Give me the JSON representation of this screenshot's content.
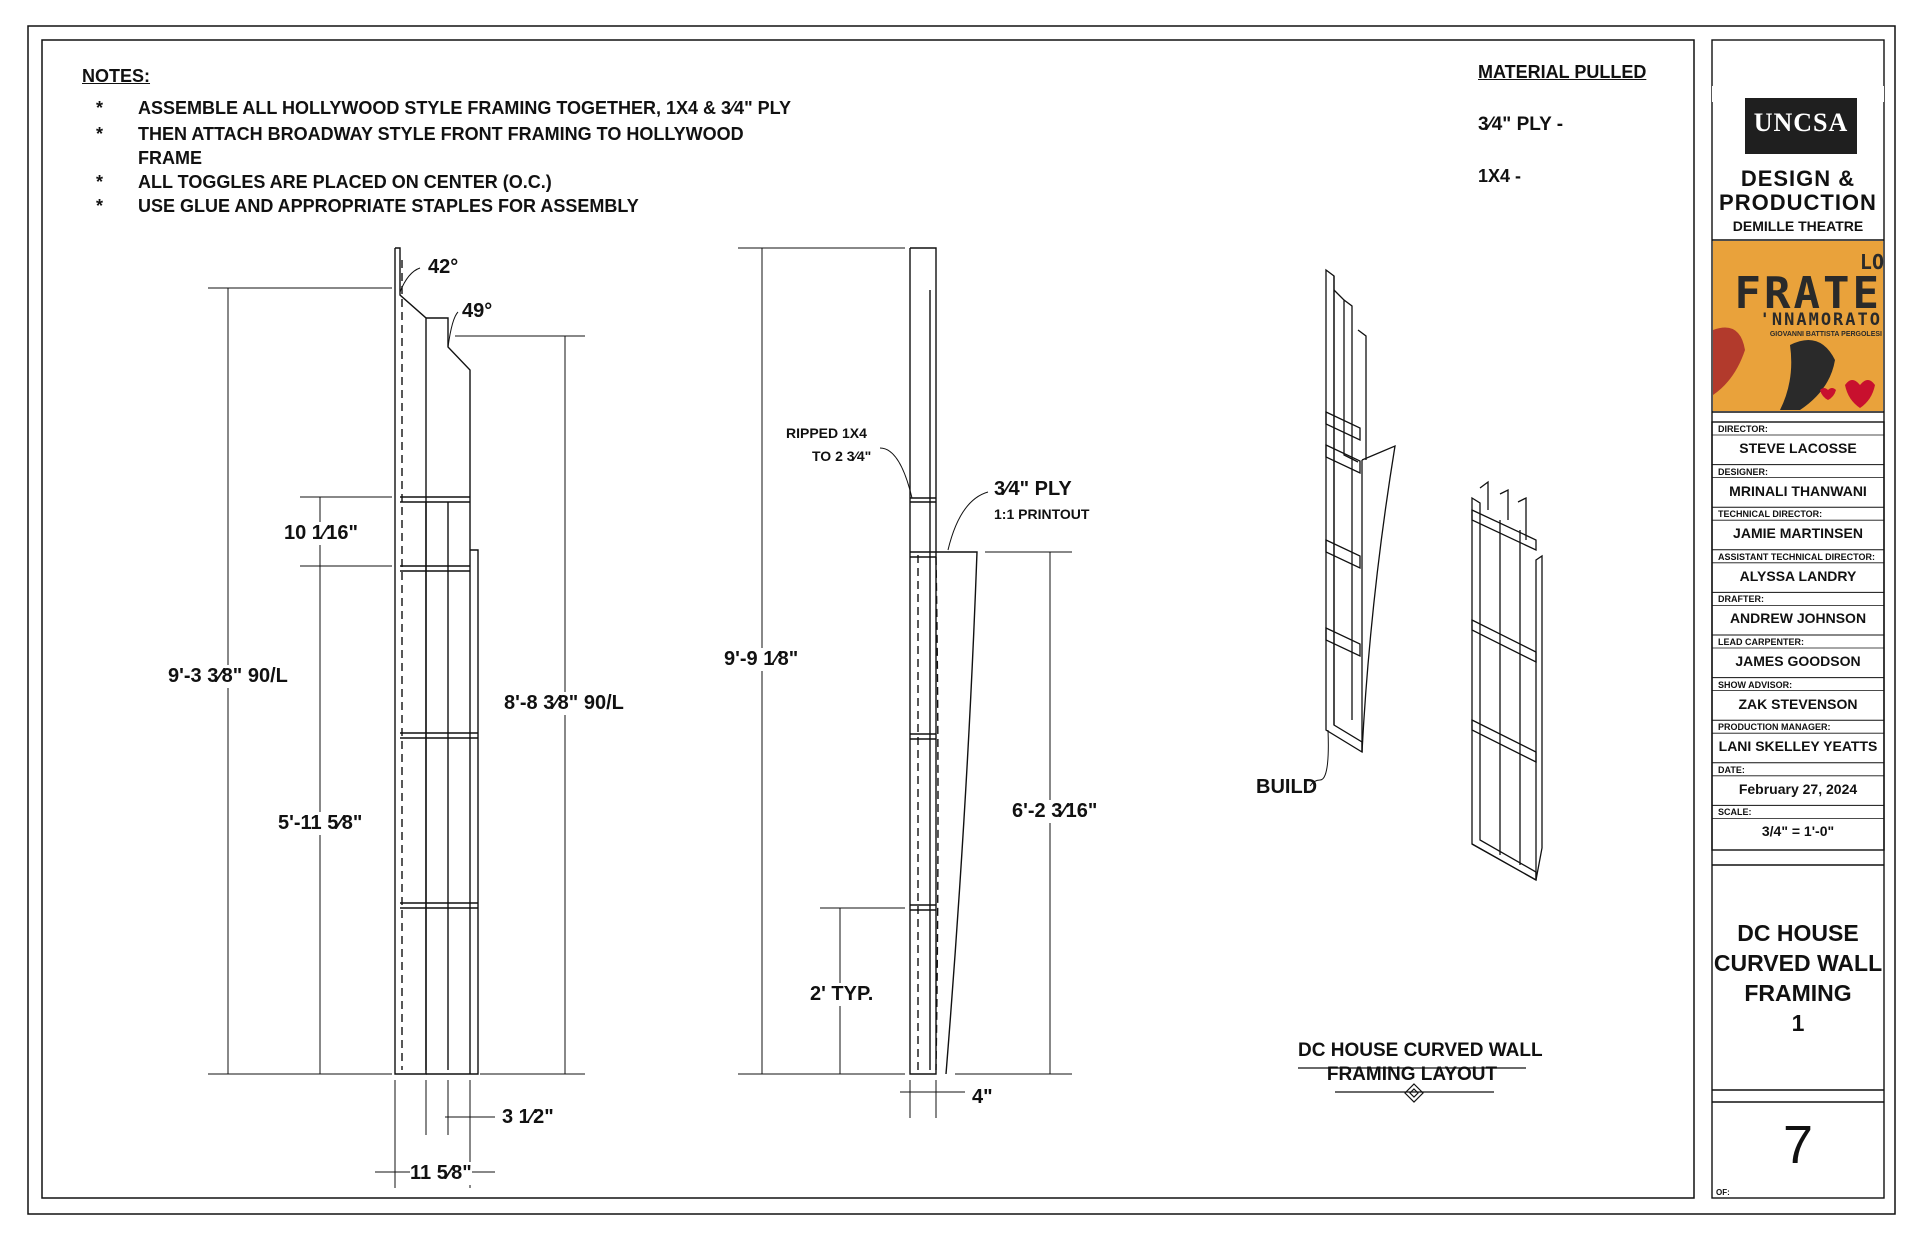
{
  "notes": {
    "title": "NOTES:",
    "bullet": "*",
    "items": [
      "ASSEMBLE ALL HOLLYWOOD STYLE FRAMING TOGETHER, 1X4 & 3⁄4\" PLY",
      "THEN ATTACH BROADWAY STYLE FRONT FRAMING TO HOLLYWOOD",
      "FRAME",
      "ALL TOGGLES ARE PLACED ON CENTER (O.C.)",
      "USE GLUE AND APPROPRIATE STAPLES FOR ASSEMBLY"
    ]
  },
  "material": {
    "title": "MATERIAL PULLED",
    "ply": "3⁄4\" PLY -",
    "lumber": "1X4  -"
  },
  "front_view": {
    "angle_top": "42°",
    "angle_mid": "49°",
    "dim_overall": "9'-3 3⁄8\" 90/L",
    "dim_short": "8'-8 3⁄8\" 90/L",
    "dim_toggle": "10 1⁄16\"",
    "dim_lower": "5'-11 5⁄8\"",
    "dim_stile": "3 1⁄2\"",
    "dim_width": "11 5⁄8\""
  },
  "side_view": {
    "ripped_line1": "RIPPED 1X4",
    "ripped_line2": "TO 2 3⁄4\"",
    "ply_label": "3⁄4\" PLY",
    "printout": "1:1 PRINTOUT",
    "dim_overall": "9'-9 1⁄8\"",
    "dim_curve": "6'-2 3⁄16\"",
    "dim_typ": "2' TYP.",
    "dim_depth": "4\""
  },
  "iso_view": {
    "build_label": "BUILD",
    "title_line1": "DC HOUSE CURVED WALL",
    "title_line2": "FRAMING LAYOUT"
  },
  "title_block": {
    "logo": "UNCSA",
    "dept_line1": "DESIGN &",
    "dept_line2": "PRODUCTION",
    "theatre": "DEMILLE THEATRE",
    "poster_line1": "LO",
    "poster_line2": "FRATE",
    "poster_line3": "'NNAMORATO",
    "poster_line4": "GIOVANNI BATTISTA PERGOLESI",
    "fields": [
      {
        "label": "DIRECTOR:",
        "value": "STEVE LACOSSE"
      },
      {
        "label": "DESIGNER:",
        "value": "MRINALI THANWANI"
      },
      {
        "label": "TECHNICAL DIRECTOR:",
        "value": "JAMIE MARTINSEN"
      },
      {
        "label": "ASSISTANT TECHNICAL DIRECTOR:",
        "value": "ALYSSA LANDRY"
      },
      {
        "label": "DRAFTER:",
        "value": "ANDREW JOHNSON"
      },
      {
        "label": "LEAD CARPENTER:",
        "value": "JAMES GOODSON"
      },
      {
        "label": "SHOW ADVISOR:",
        "value": "ZAK STEVENSON"
      },
      {
        "label": "PRODUCTION MANAGER:",
        "value": "LANI SKELLEY YEATTS"
      },
      {
        "label": "DATE:",
        "value": "February 27, 2024"
      },
      {
        "label": "SCALE:",
        "value": "3/4\" = 1'-0\""
      }
    ],
    "sheet_title_1": "DC HOUSE",
    "sheet_title_2": "CURVED WALL",
    "sheet_title_3": "FRAMING",
    "sheet_title_4": "1",
    "sheet_number": "7",
    "of_label": "OF:"
  },
  "colors": {
    "ink": "#111111",
    "poster_bg": "#e9a23b",
    "poster_text": "#2a2a2a",
    "poster_red": "#c8102e",
    "logo_bg": "#1f1f1f"
  }
}
